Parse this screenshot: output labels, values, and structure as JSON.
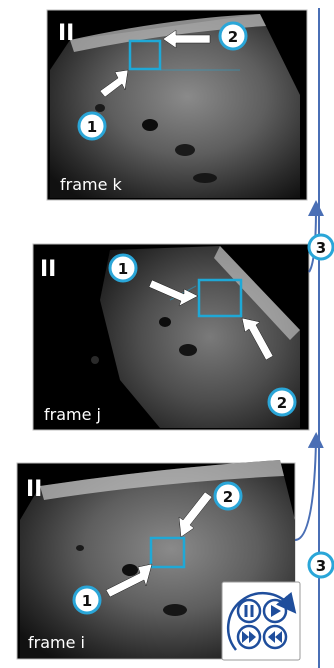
{
  "panels": [
    {
      "id": "frame-k",
      "label": "frame k",
      "pause_glyph": "II",
      "markers": [
        "1",
        "2"
      ]
    },
    {
      "id": "frame-j",
      "label": "frame j",
      "pause_glyph": "II",
      "markers": [
        "1",
        "2"
      ]
    },
    {
      "id": "frame-i",
      "label": "frame i",
      "pause_glyph": "II",
      "markers": [
        "1",
        "2"
      ]
    }
  ],
  "transitions": [
    {
      "from": "frame-i",
      "to": "frame-j",
      "label": "3"
    },
    {
      "from": "frame-j",
      "to": "frame-k",
      "label": "3"
    }
  ],
  "player_controls": {
    "icons": [
      "pause-icon",
      "play-icon",
      "fast-forward-icon",
      "rewind-icon"
    ],
    "loop_icon": "cycle-arrow-icon"
  },
  "colors": {
    "highlight_box": "#1fa8d6",
    "badge_ring": "#2aa6d8",
    "control_blue": "#1f4e9c",
    "connector": "#4a6fb5",
    "ultrasound_bg": "#000000"
  }
}
